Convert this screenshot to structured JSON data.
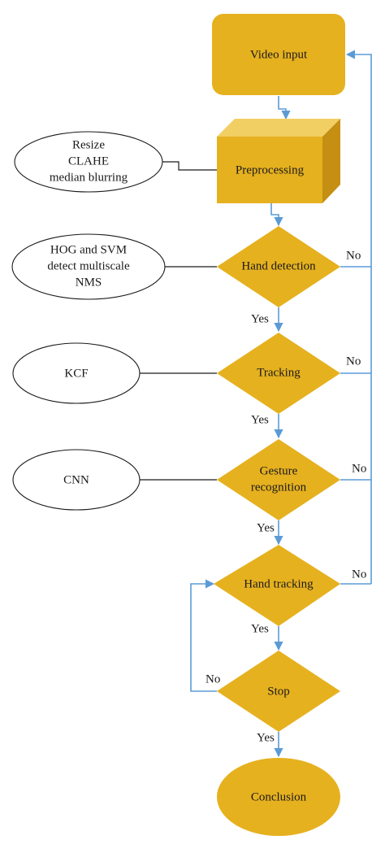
{
  "colors": {
    "node_fill": "#e6b11f",
    "box_top": "#f2cf63",
    "box_side": "#c48f12",
    "arrow": "#5b9bd5",
    "connector": "#1a1a1a"
  },
  "nodes": {
    "video_input": "Video input",
    "preprocessing": "Preprocessing",
    "hand_detection": "Hand detection",
    "tracking": "Tracking",
    "gesture_recognition": [
      "Gesture",
      "recognition"
    ],
    "hand_tracking": "Hand tracking",
    "stop": "Stop",
    "conclusion": "Conclusion"
  },
  "side_notes": {
    "preprocessing": [
      "Resize",
      "CLAHE",
      "median blurring"
    ],
    "hand_detection": [
      "HOG and SVM",
      "detect multiscale",
      "NMS"
    ],
    "tracking": [
      "KCF"
    ],
    "gesture_recognition": [
      "CNN"
    ]
  },
  "branch_labels": {
    "yes": "Yes",
    "no": "No"
  }
}
